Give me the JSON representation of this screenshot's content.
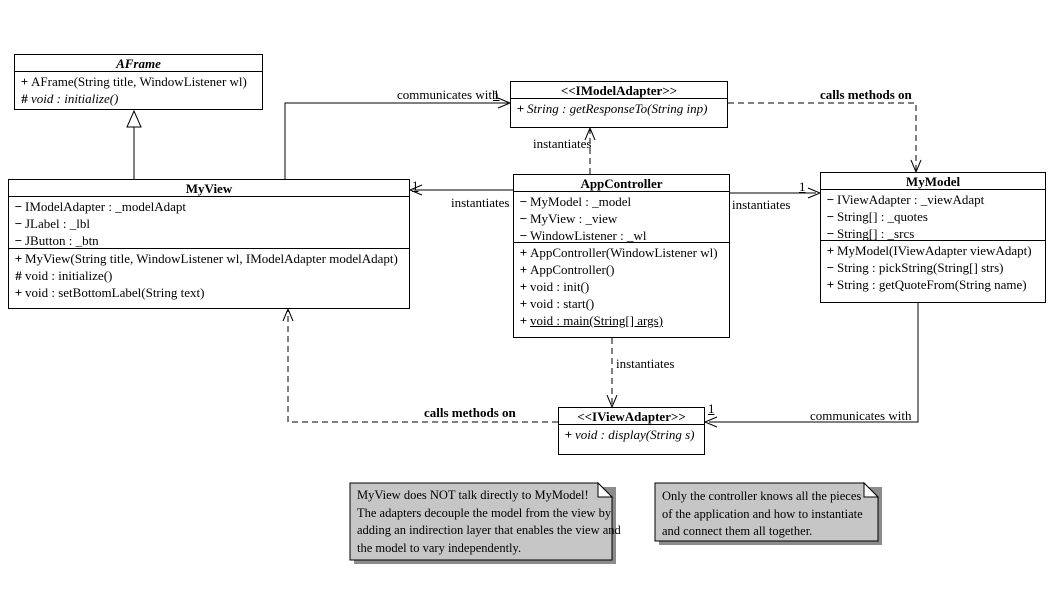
{
  "classes": [
    {
      "title": "AFrame",
      "methods": [
        {
          "sign": "+",
          "text": "AFrame(String title, WindowListener wl)"
        },
        {
          "sign": "#",
          "text": "void : initialize()"
        }
      ]
    },
    {
      "title": "MyView",
      "attributes": [
        {
          "sign": "−",
          "text": "IModelAdapter : _modelAdapt"
        },
        {
          "sign": "−",
          "text": "JLabel : _lbl"
        },
        {
          "sign": "−",
          "text": "JButton : _btn"
        }
      ],
      "methods": [
        {
          "sign": "+",
          "text": "MyView(String title, WindowListener wl, IModelAdapter modelAdapt)"
        },
        {
          "sign": "#",
          "text": "void : initialize()"
        },
        {
          "sign": "+",
          "text": "void : setBottomLabel(String text)"
        }
      ]
    },
    {
      "title": "<<IModelAdapter>>",
      "methods": [
        {
          "sign": "+",
          "text": "String : getResponseTo(String inp)"
        }
      ]
    },
    {
      "title": "AppController",
      "attributes": [
        {
          "sign": "−",
          "text": "MyModel : _model"
        },
        {
          "sign": "−",
          "text": "MyView : _view"
        },
        {
          "sign": "−",
          "text": "WindowListener : _wl"
        }
      ],
      "methods": [
        {
          "sign": "+",
          "text": "AppController(WindowListener wl)"
        },
        {
          "sign": "+",
          "text": "AppController()"
        },
        {
          "sign": "+",
          "text": "void : init()"
        },
        {
          "sign": "+",
          "text": "void : start()"
        },
        {
          "sign": "+",
          "text": "void : main(String[] args)"
        }
      ]
    },
    {
      "title": "MyModel",
      "attributes": [
        {
          "sign": "−",
          "text": "IViewAdapter : _viewAdapt"
        },
        {
          "sign": "−",
          "text": "String[] : _quotes"
        },
        {
          "sign": "−",
          "text": "String[] : _srcs"
        }
      ],
      "methods": [
        {
          "sign": "+",
          "text": "MyModel(IViewAdapter viewAdapt)"
        },
        {
          "sign": "−",
          "text": "String : pickString(String[] strs)"
        },
        {
          "sign": "+",
          "text": "String : getQuoteFrom(String name)"
        }
      ]
    },
    {
      "title": "<<IViewAdapter>>",
      "methods": [
        {
          "sign": "+",
          "text": "void : display(String s)"
        }
      ]
    }
  ],
  "edges": {
    "view_to_model_adapter": {
      "label": "communicates with",
      "multiplicity": "1"
    },
    "model_adapter_to_model": {
      "label": "calls methods on"
    },
    "controller_to_model_adapter": {
      "label": "instantiates"
    },
    "controller_to_view": {
      "label": "instantiates",
      "multiplicity": "1"
    },
    "controller_to_model": {
      "label": "instantiates",
      "multiplicity": "1"
    },
    "controller_to_view_adapter": {
      "label": "instantiates"
    },
    "view_adapter_to_view": {
      "label": "calls methods on"
    },
    "model_to_view_adapter": {
      "label": "communicates with",
      "multiplicity": "1"
    }
  },
  "notes": [
    {
      "lines": [
        "MyView does NOT talk directly to MyModel!",
        "The adapters decouple the model from the view by",
        "adding an indirection layer that enables the view and",
        "the model to vary independently."
      ]
    },
    {
      "lines": [
        "Only the controller knows all the pieces",
        "of the application and how to instantiate",
        "and connect them all together."
      ]
    }
  ],
  "colors": {
    "background": "#ffffff",
    "line": "#000000",
    "note_fill": "#c6c6c6",
    "note_shadow": "#8c8c8c"
  }
}
